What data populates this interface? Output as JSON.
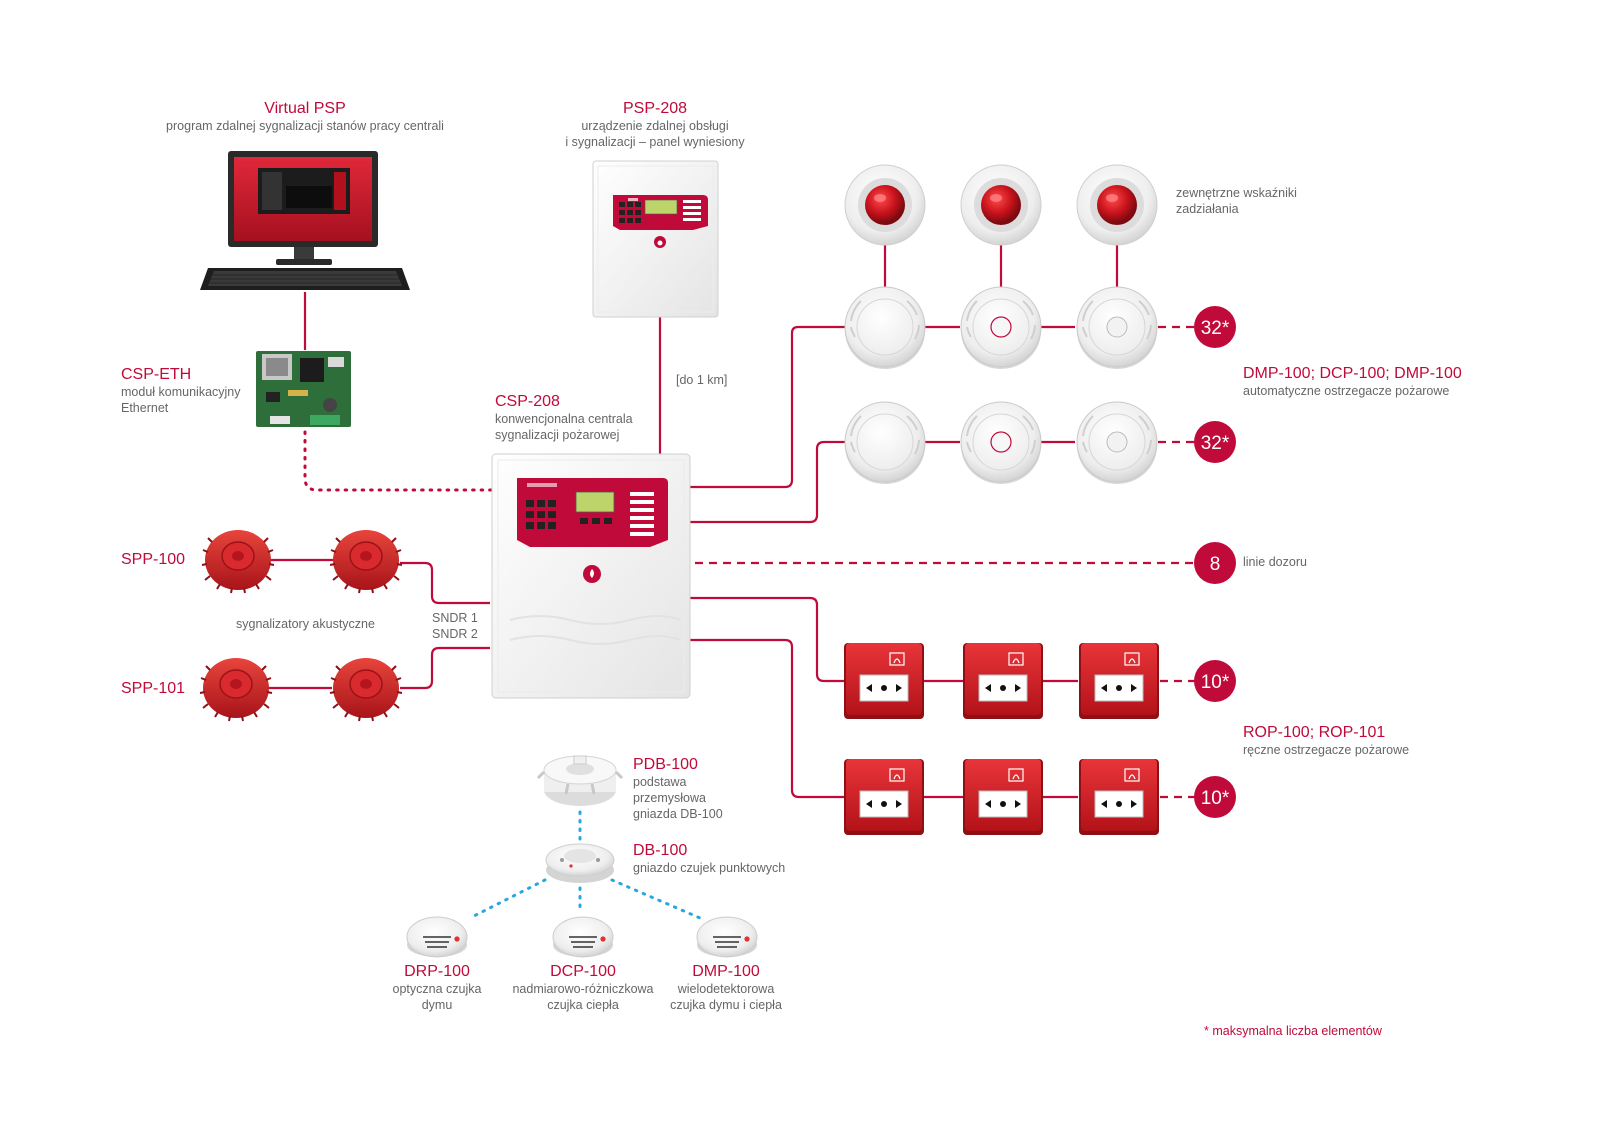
{
  "colors": {
    "accent": "#c00a3a",
    "dotted_line": "#c00a3a",
    "blue_dotted": "#2aa6df",
    "device_red": "#d2232a",
    "device_white": "#f2f2f2",
    "text_gray": "#666666"
  },
  "labels": {
    "virtual_psp": {
      "title": "Virtual PSP",
      "desc": "program zdalnej sygnalizacji stanów pracy centrali"
    },
    "psp208": {
      "title": "PSP-208",
      "desc1": "urządzenie zdalnej obsługi",
      "desc2": "i sygnalizacji – panel wyniesiony"
    },
    "distance": "[do 1 km]",
    "csp_eth": {
      "title": "CSP-ETH",
      "desc1": "moduł komunikacyjny",
      "desc2": "Ethernet"
    },
    "csp208": {
      "title": "CSP-208",
      "desc1": "konwencjonalna centrala",
      "desc2": "sygnalizacji pożarowej"
    },
    "spp100": "SPP-100",
    "spp101": "SPP-101",
    "acoustic": "sygnalizatory akustyczne",
    "sndr1": "SNDR 1",
    "sndr2": "SNDR 2",
    "indicators": {
      "line1": "zewnętrzne wskaźniki",
      "line2": "zadziałania"
    },
    "detectors": {
      "title": "DMP-100; DCP-100; DMP-100",
      "desc": "automatyczne ostrzegacze pożarowe"
    },
    "supervision": "linie dozoru",
    "rop": {
      "title": "ROP-100; ROP-101",
      "desc": "ręczne ostrzegacze pożarowe"
    },
    "pdb100": {
      "title": "PDB-100",
      "desc1": "podstawa",
      "desc2": "przemysłowa",
      "desc3": "gniazda DB-100"
    },
    "db100": {
      "title": "DB-100",
      "desc": "gniazdo czujek punktowych"
    },
    "drp100": {
      "title": "DRP-100",
      "desc1": "optyczna czujka",
      "desc2": "dymu"
    },
    "dcp100": {
      "title": "DCP-100",
      "desc1": "nadmiarowo-różniczkowa",
      "desc2": "czujka ciepła"
    },
    "dmp100": {
      "title": "DMP-100",
      "desc1": "wielodetektorowa",
      "desc2": "czujka dymu i ciepła"
    },
    "footnote": "* maksymalna liczba elementów"
  },
  "badges": {
    "detector_line_1": "32*",
    "detector_line_2": "32*",
    "supervision_lines": "8",
    "rop_line_1": "10*",
    "rop_line_2": "10*"
  },
  "icons": {
    "computer": "computer-icon",
    "ethernet_module": "circuit-board-icon",
    "remote_panel": "control-panel-icon",
    "central_unit": "control-panel-icon",
    "detector": "smoke-detector-icon",
    "indicator": "alarm-indicator-icon",
    "siren": "siren-icon",
    "manual_call_point": "call-point-icon",
    "base": "detector-base-icon"
  }
}
